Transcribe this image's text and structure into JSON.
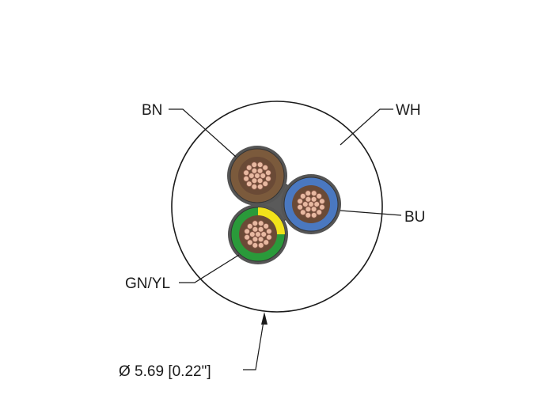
{
  "labels": {
    "brown": "BN",
    "white": "WH",
    "blue": "BU",
    "green_yellow": "GN/YL",
    "diameter": "Ø 5.69 [0.22\"]"
  },
  "colors": {
    "jacket": "#ffffff",
    "filler": "#5a5a5a",
    "brown": "#7b5a3c",
    "blue": "#4a78c0",
    "green": "#2a9a3a",
    "yellow": "#f2e21a",
    "copper": "#e8b9a1",
    "copper_outline": "#8a5a4a"
  }
}
